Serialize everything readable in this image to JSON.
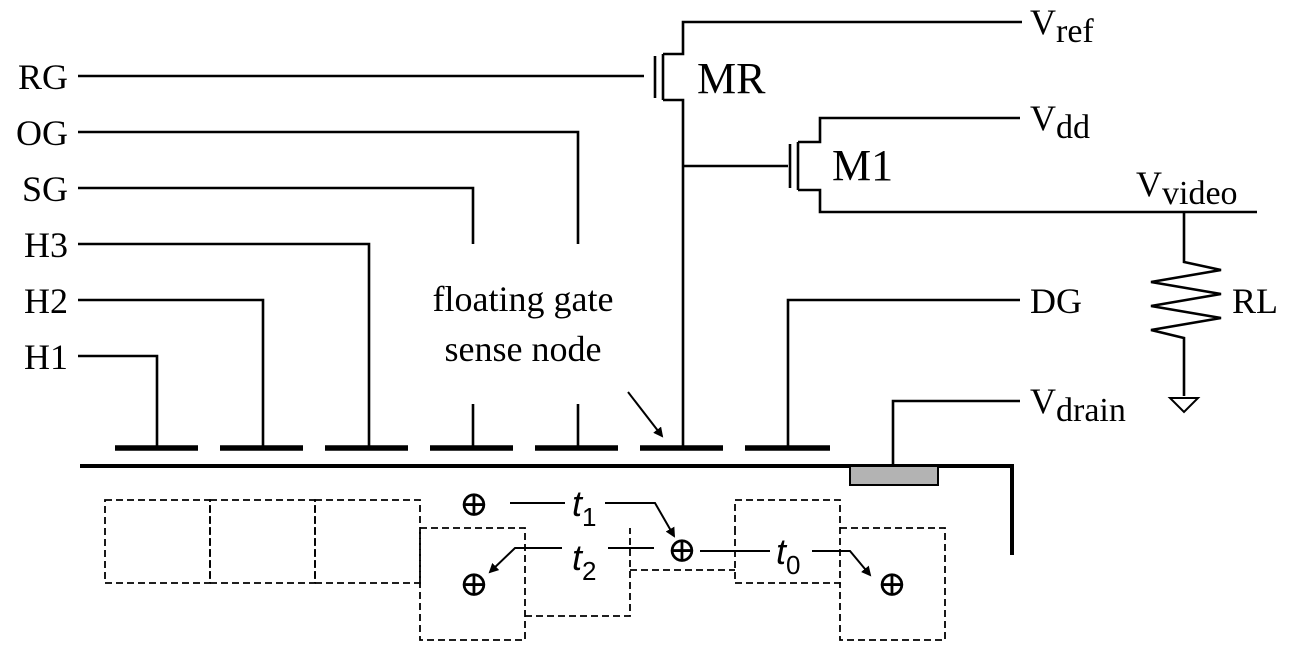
{
  "diagram": {
    "gate_labels": {
      "h1": "H1",
      "h2": "H2",
      "h3": "H3",
      "sg": "SG",
      "og": "OG",
      "rg": "RG",
      "dg": "DG"
    },
    "transistors": {
      "reset": "MR",
      "amplifier": "M1"
    },
    "resistor": "RL",
    "voltages": {
      "ref": {
        "base": "V",
        "sub": "ref"
      },
      "dd": {
        "base": "V",
        "sub": "dd"
      },
      "video": {
        "base": "V",
        "sub": "video"
      },
      "drain": {
        "base": "V",
        "sub": "drain"
      }
    },
    "annotation": {
      "line1": "floating gate",
      "line2": "sense node"
    },
    "charge_symbol": "⊕",
    "timing": {
      "t1": {
        "base": "t",
        "sub": "1"
      },
      "t2": {
        "base": "t",
        "sub": "2"
      },
      "t0": {
        "base": "t",
        "sub": "0"
      }
    }
  }
}
